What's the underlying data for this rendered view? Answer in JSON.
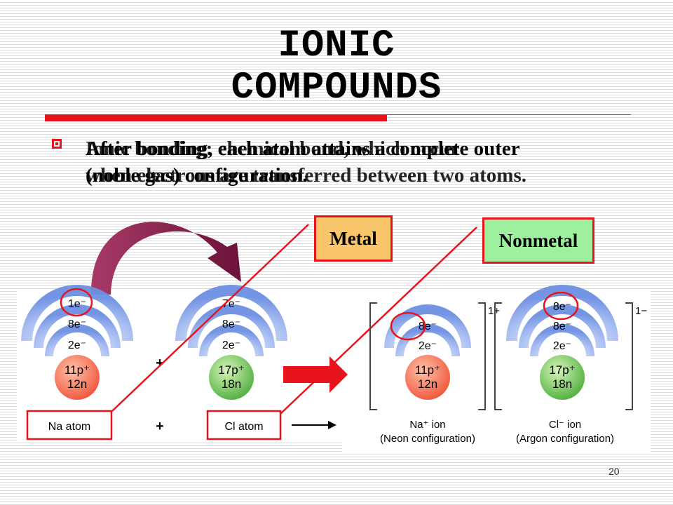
{
  "title": {
    "line1": "IONIC",
    "line2": "COMPOUNDS"
  },
  "bullet": {
    "overlay_line1": "Ionic bonding: chemical bond, which occur",
    "overlay_line2": "when electrons are transferred between two atoms.",
    "under_line1": "After bonding, each atom attains a complete outer",
    "under_line2": "(noble gas) configuration."
  },
  "labels": {
    "metal": "Metal",
    "nonmetal": "Nonmetal"
  },
  "atoms": {
    "na": {
      "shells": [
        "1e⁻",
        "8e⁻",
        "2e⁻"
      ],
      "nucleus_top": "11p⁺",
      "nucleus_bottom": "12n",
      "caption": "Na atom"
    },
    "cl": {
      "shells": [
        "7e⁻",
        "8e⁻",
        "2e⁻"
      ],
      "nucleus_top": "17p⁺",
      "nucleus_bottom": "18n",
      "caption": "Cl atom"
    },
    "na_ion": {
      "shells": [
        "8e⁻",
        "2e⁻"
      ],
      "nucleus_top": "11p⁺",
      "nucleus_bottom": "12n",
      "charge": "1+",
      "caption1": "Na⁺ ion",
      "caption2": "(Neon configuration)"
    },
    "cl_ion": {
      "shells": [
        "8e⁻",
        "8e⁻",
        "2e⁻"
      ],
      "nucleus_top": "17p⁺",
      "nucleus_bottom": "18n",
      "charge": "1−",
      "caption1": "Cl⁻ ion",
      "caption2": "(Argon configuration)"
    }
  },
  "plus_sign": "+",
  "page_number": "20",
  "colors": {
    "accent_red": "#e8141b",
    "metal_fill": "#f9c66b",
    "nonmetal_fill": "#9ef09e",
    "arrow_fill": "#8b1a4a",
    "shell_blue": "#7d9be6",
    "na_nucleus": "#f26a4f",
    "cl_nucleus": "#5fba4a"
  }
}
